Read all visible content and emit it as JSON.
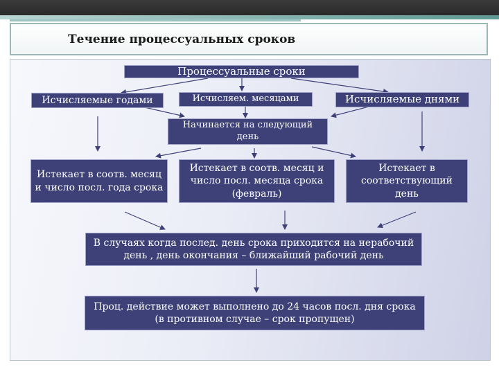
{
  "slide": {
    "title": "Течение процессуальных сроков"
  },
  "diagram": {
    "root": "Процессуальные сроки",
    "by_years": "Исчисляемые годами",
    "by_months": "Исчисляем. месяцами",
    "by_days": "Исчисляемые днями",
    "next_day": "Начинается на следующий день",
    "expire_year": "Истекает в соотв. месяц и число посл. года срока",
    "expire_month": "Истекает в соотв. месяц и число посл. месяца срока (февраль)",
    "expire_day": "Истекает в соответствующий день",
    "non_working": "В случаях когда послед. день срока приходится на нерабочий день , день окончания – ближайший рабочий день",
    "deadline": "Проц. действие может выполнено до 24 часов посл. дня срока (в противном случае – срок пропущен)"
  },
  "colors": {
    "box_fill": "#3e4177",
    "box_text": "#ffffff",
    "arrow": "#3e4177"
  }
}
